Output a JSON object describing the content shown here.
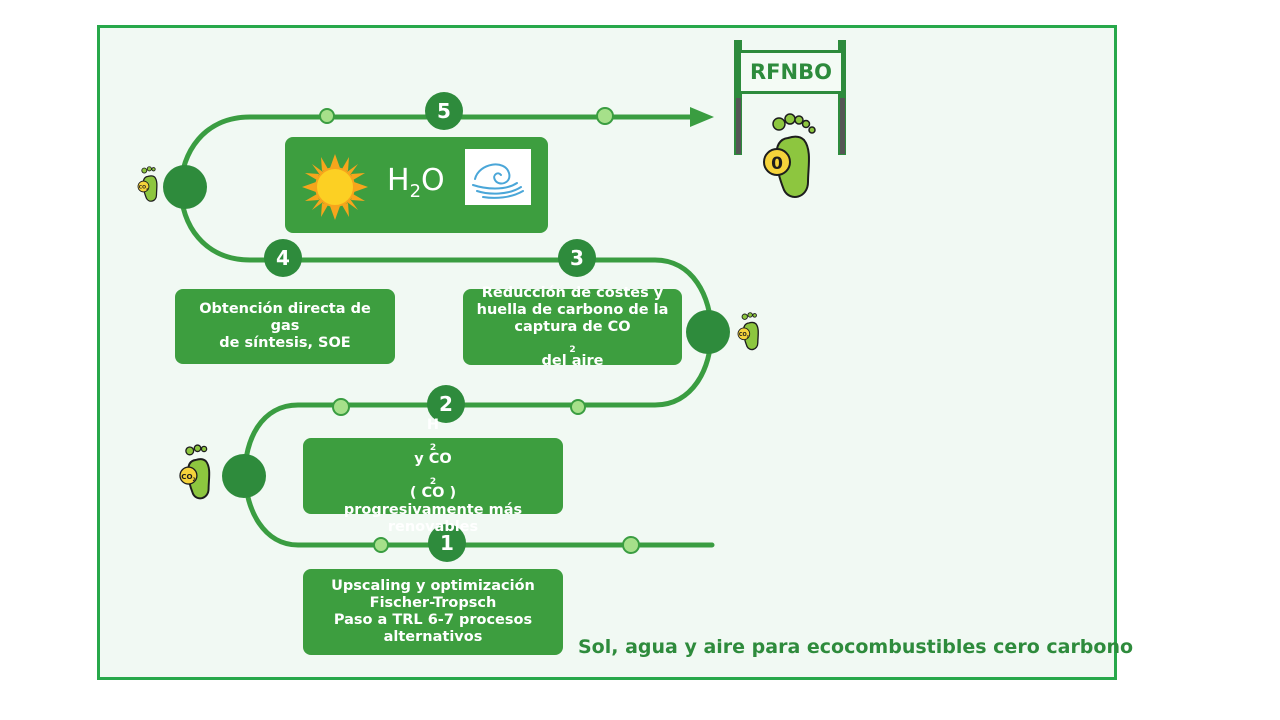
{
  "tagline": "Sol, agua y aire para ecocombustibles cero carbono",
  "goal": {
    "label": "RFNBO",
    "footprint_value": "0"
  },
  "center_box": {
    "formula_main": "H",
    "formula_sub": "2",
    "formula_tail": "O"
  },
  "steps": [
    {
      "number": "1",
      "lines": [
        "Upscaling y optimización",
        "Fischer-Tropsch",
        "Paso a TRL  6-7 procesos",
        "alternativos"
      ]
    },
    {
      "number": "2",
      "line1_a": "H",
      "line1_b": "2",
      "line1_c": " y CO",
      "line1_d": "2",
      "line1_e": " ( CO )",
      "lines": [
        "progresivamente más",
        "renovables"
      ]
    },
    {
      "number": "3",
      "lines": [
        "Reducción de costes y",
        "huella de carbono de la"
      ],
      "line3_a": "captura de CO",
      "line3_b": "2",
      "line3_c": " del aire"
    },
    {
      "number": "4",
      "lines": [
        "Obtención directa de gas",
        "de síntesis, SOE"
      ]
    },
    {
      "number": "5"
    }
  ],
  "footprint_label_main": "CO",
  "footprint_label_sub": "2",
  "colors": {
    "road": "#3a9d41",
    "node": "#2e8b3c",
    "dot": "#a6e08a",
    "box": "#3d9e3f",
    "frame": "#27a84a"
  }
}
